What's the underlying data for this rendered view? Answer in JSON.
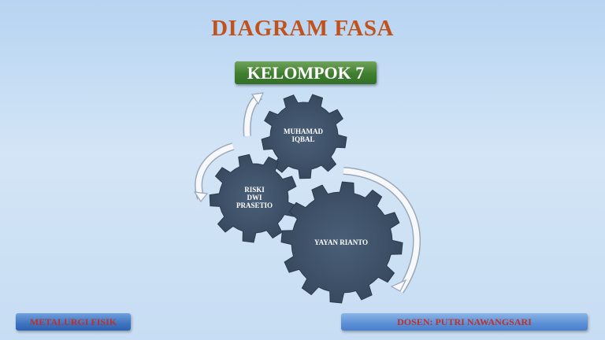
{
  "slide": {
    "title": "DIAGRAM FASA",
    "group": "KELOMPOK 7"
  },
  "gears": [
    {
      "label_line1": "MUHAMAD",
      "label_line2": "IQBAL",
      "label_line3": ""
    },
    {
      "label_line1": "RISKI",
      "label_line2": "DWI",
      "label_line3": "PRASETIO"
    },
    {
      "label_line1": "YAYAN RIANTO",
      "label_line2": "",
      "label_line3": ""
    }
  ],
  "footer": {
    "left": "METALURGI FISIK",
    "right": "DOSEN: PUTRI NAWANGSARI"
  },
  "colors": {
    "title": "#c1521c",
    "gear_fill": "#3f536a",
    "badge": "#3f7e2f",
    "footer_text": "#c0302a"
  }
}
